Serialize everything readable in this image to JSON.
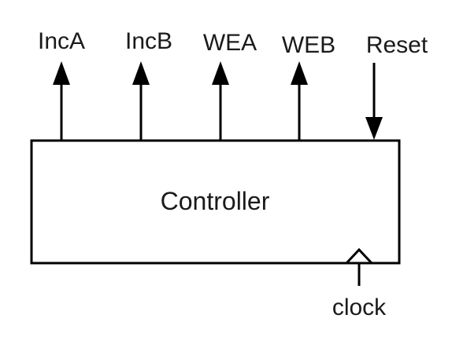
{
  "block": {
    "label": "Controller"
  },
  "outputs": [
    {
      "label": "IncA"
    },
    {
      "label": "IncB"
    },
    {
      "label": "WEA"
    },
    {
      "label": "WEB"
    }
  ],
  "inputs": {
    "reset": {
      "label": "Reset"
    },
    "clock": {
      "label": "clock"
    }
  }
}
